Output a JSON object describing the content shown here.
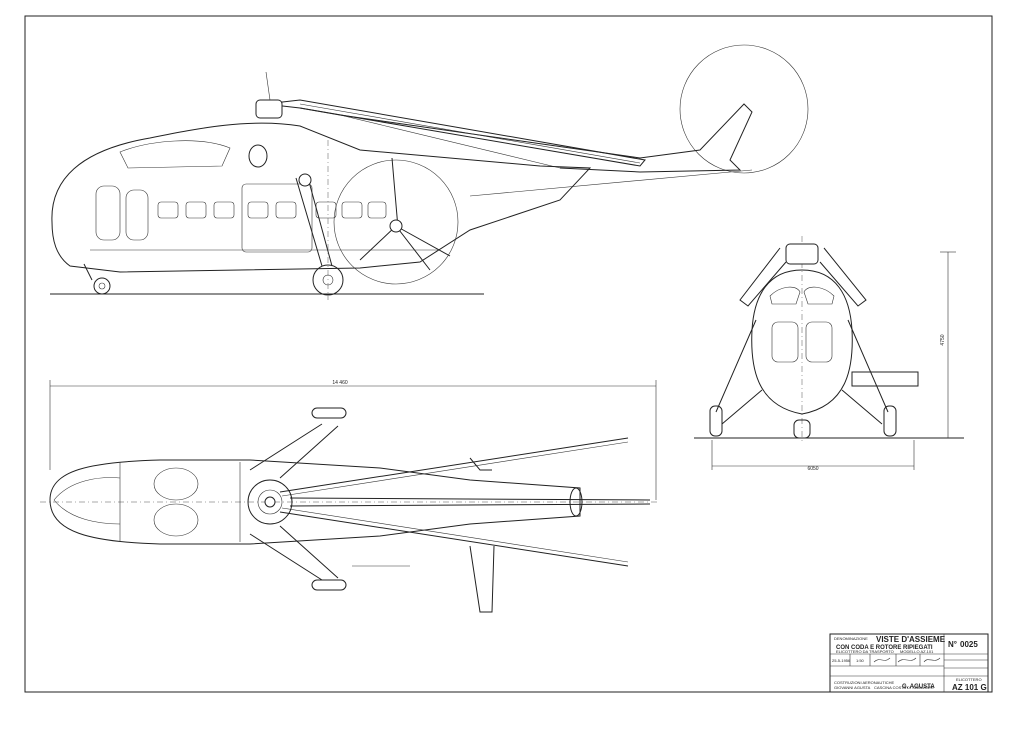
{
  "drawing": {
    "dimensions": {
      "length": "14 460",
      "width": "6050",
      "height": "4750"
    },
    "title_block": {
      "denominazione_label": "DENOMINAZIONE",
      "title_line1": "VISTE D'ASSIEME",
      "title_line2": "CON CODA E ROTORE RIPIEGATI",
      "subtitle_line1": "ELICOTTERO DA TRASPORTO",
      "subtitle_line2": "MODELLO AZ.101",
      "number_label": "N°",
      "number": "0025",
      "date": "25-5-1956",
      "scale": "1:50",
      "company_line1": "COSTRUZIONI AERONAUTICHE",
      "company_line2": "GIOVANNI AGUSTA",
      "company_line3": "CASCINA COSTA DI SAMARATE",
      "brand": "G. AGUSTA",
      "model_label": "ELICOTTERO",
      "model": "AZ 101 G"
    }
  }
}
